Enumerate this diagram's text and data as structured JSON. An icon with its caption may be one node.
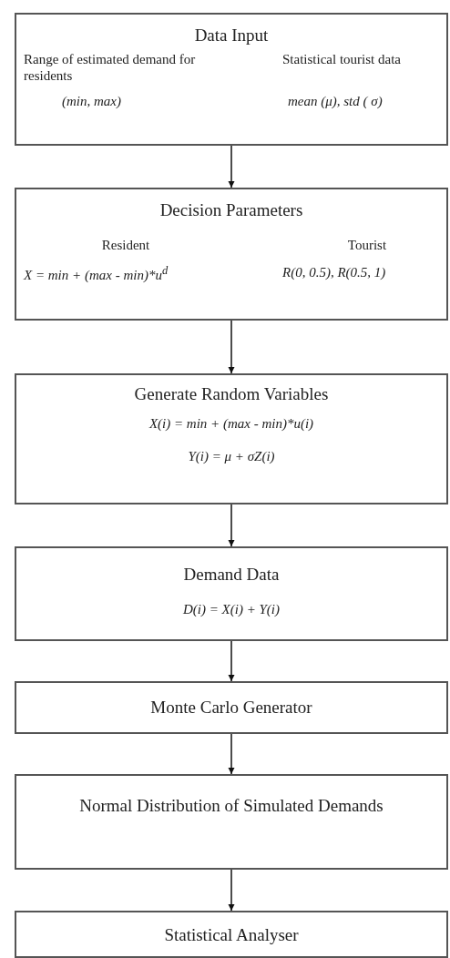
{
  "diagram": {
    "nodes": [
      {
        "text": [
          "Data Input",
          "Range of estimated demand for residents",
          "(min, max)",
          "Statistical tourist data",
          "mean (μ), std ( σ)"
        ]
      },
      {
        "text": [
          "Decision Parameters",
          "Resident",
          "Tourist",
          "X = min + (max - min)*u$^{d}$",
          "R(0, 0.5), R(0.5, 1)"
        ]
      },
      {
        "text": [
          "Generate Random Variables",
          "X(i) = min + (max - min)*u(i)",
          "Y(i) = μ + σZ(i)"
        ]
      },
      {
        "text": [
          "Demand Data",
          "D(i) = X(i) + Y(i)"
        ]
      },
      {
        "text": [
          "Monte Carlo Generator"
        ]
      },
      {
        "text": [
          "Normal Distribution of Simulated Demands"
        ]
      },
      {
        "text": [
          "Statistical Analyser"
        ]
      }
    ],
    "edges": [
      {
        "from": 0,
        "to": 1,
        "arrow": "to"
      },
      {
        "from": 1,
        "to": 2,
        "arrow": "to"
      },
      {
        "from": 2,
        "to": 3,
        "arrow": "to"
      },
      {
        "from": 3,
        "to": 4,
        "arrow": "to"
      },
      {
        "from": 4,
        "to": 5,
        "arrow": "to"
      },
      {
        "from": 5,
        "to": 6,
        "arrow": "to"
      }
    ]
  }
}
